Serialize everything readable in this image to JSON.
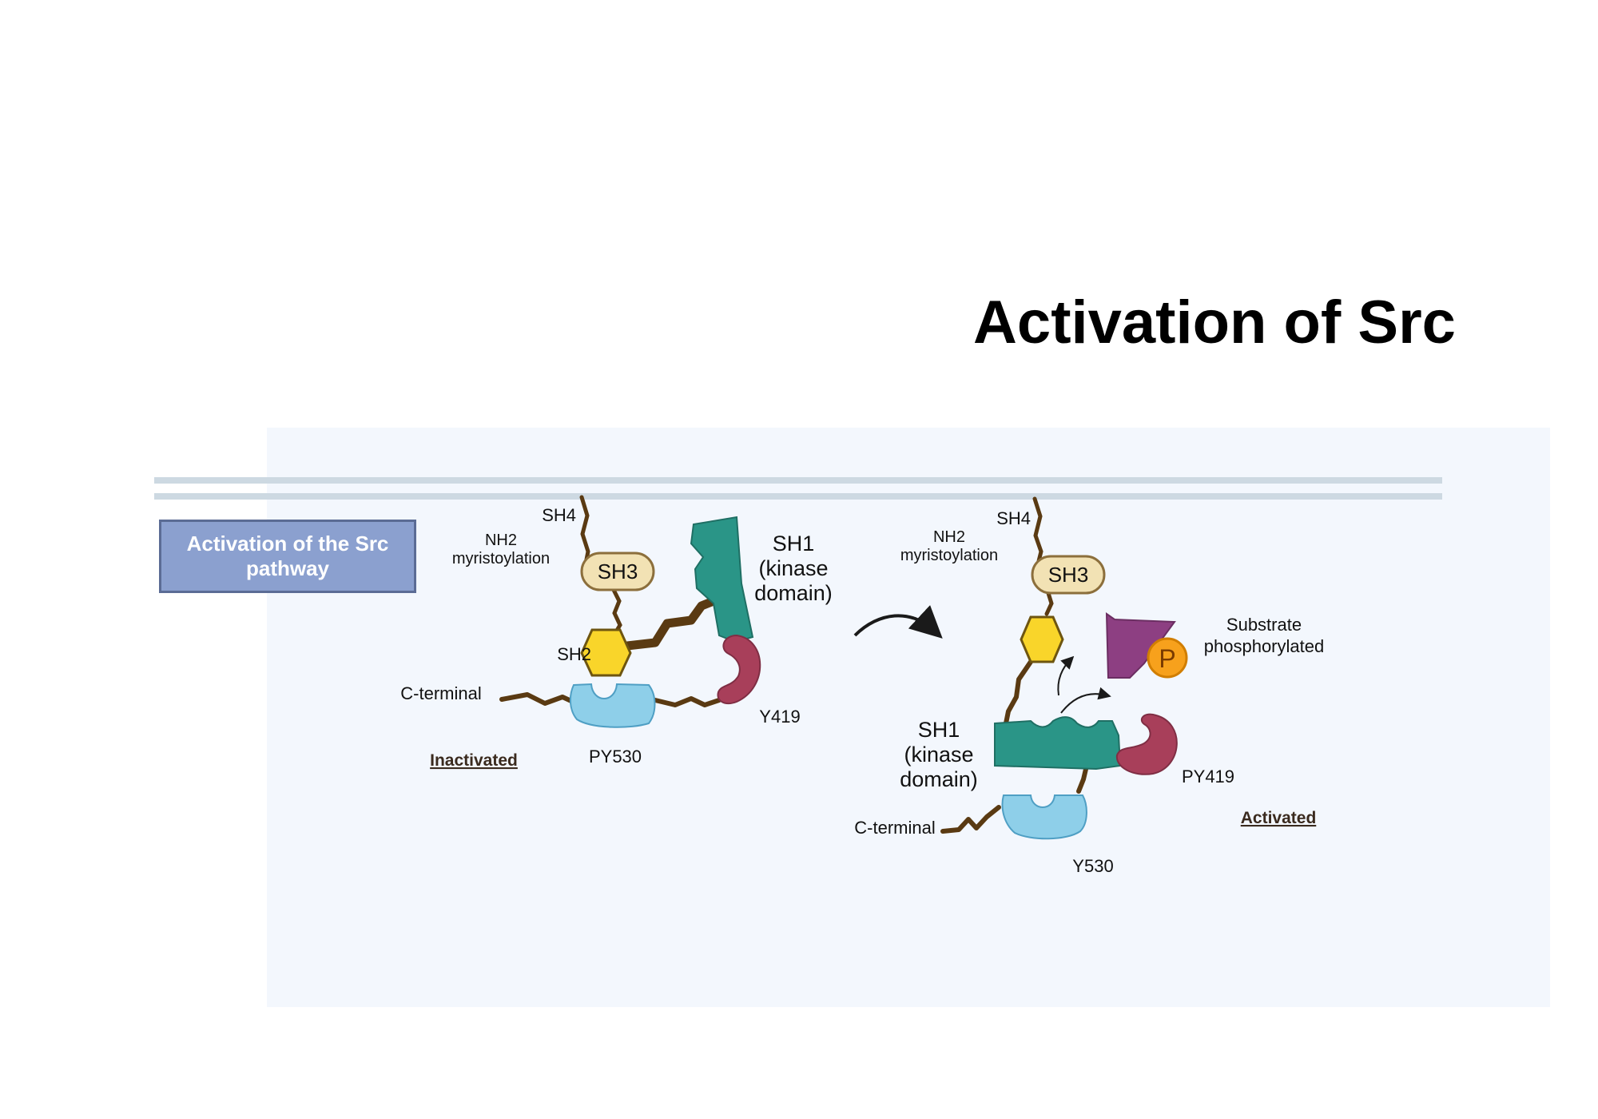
{
  "title": "Activation of Src",
  "pathway_box": "Activation of the Src pathway",
  "colors": {
    "membrane": "#cdd9e2",
    "panel": "#f3f7fd",
    "linker": "#5a3a12",
    "kinase": "#2a9587",
    "sh2": "#f9d52a",
    "sh3": "#f2e2b4",
    "tail_c": "#8ecfe9",
    "y419": "#a83f5a",
    "substrate": "#8d3f82",
    "phosphate": "#f7a11c",
    "pathway_box": "#8ba0cf"
  },
  "inactive": {
    "sh4": "SH4",
    "nh2": "NH2",
    "myristoylation": "myristoylation",
    "sh3": "SH3",
    "sh2": "SH2",
    "sh1_line1": "SH1",
    "sh1_line2": "(kinase",
    "sh1_line3": "domain)",
    "c_terminal": "C-terminal",
    "py530": "PY530",
    "y419": "Y419",
    "state": "Inactivated"
  },
  "active": {
    "sh4": "SH4",
    "nh2": "NH2",
    "myristoylation": "myristoylation",
    "sh3": "SH3",
    "sh1_line1": "SH1",
    "sh1_line2": "(kinase",
    "sh1_line3": "domain)",
    "substrate_line1": "Substrate",
    "substrate_line2": "phosphorylated",
    "phosphate": "P",
    "py419": "PY419",
    "c_terminal": "C-terminal",
    "y530": "Y530",
    "state": "Activated"
  },
  "icons": {
    "transition": "curved-arrow-icon"
  }
}
